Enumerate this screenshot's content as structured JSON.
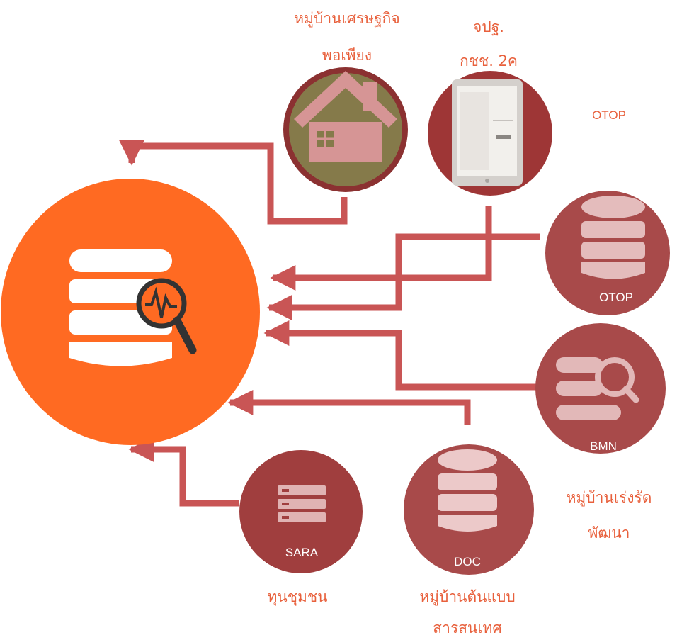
{
  "hub": {
    "icon": "database-analytics-icon",
    "color": "#ff6a22"
  },
  "colors": {
    "arrow": "#c95555",
    "circle_dark": "#9e3636",
    "circle_light": "#a84a4a",
    "label": "#e8603c"
  },
  "sources": {
    "sufficiency": {
      "icon": "house-icon",
      "title_line1": "หมู่บ้านเศรษฐกิจ",
      "title_line2": "พอเพียง"
    },
    "jpt": {
      "icon": "tablet-icon",
      "title_line1": "จปฐ.",
      "title_line2": "กชช. 2ค"
    },
    "otop": {
      "icon": "database-icon",
      "title": "OTOP",
      "inner": "OTOP"
    },
    "bmn": {
      "icon": "database-search-icon",
      "inner": "BMN",
      "title_line1": "หมู่บ้านเร่งรัด",
      "title_line2": "พัฒนา"
    },
    "doc": {
      "icon": "database-icon",
      "inner": "DOC",
      "title_line1": "หมู่บ้านต้นแบบ",
      "title_line2": "สารสนเทศ"
    },
    "sara": {
      "icon": "server-icon",
      "inner": "SARA",
      "title": "ทุนชุมชน"
    }
  }
}
